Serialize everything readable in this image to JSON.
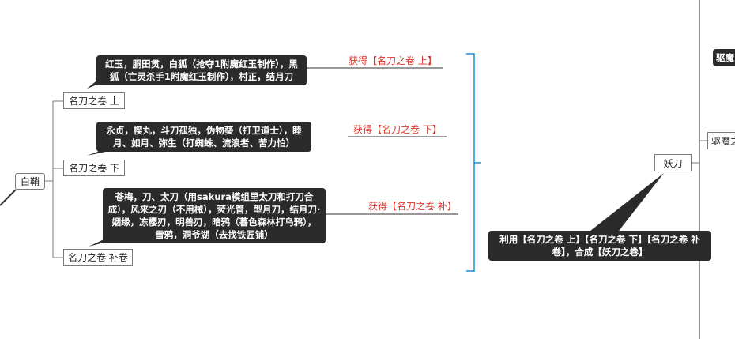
{
  "nodes": {
    "baishao": "白鞘",
    "upper": "名刀之卷 上",
    "lower": "名刀之卷 下",
    "supplement": "名刀之卷 补卷",
    "yaodao": "妖刀",
    "quma_partial": "驱魔之",
    "quma_top_partial": "驱魔"
  },
  "notes": {
    "upper": "红玉，胴田贯，白狐（抢夺1附魔红玉制作），黑狐（亡灵杀手1附魔红玉制作），村正，结月刀",
    "lower": "永贞，楔丸，斗刀孤独，伪物葵（打卫道士），睦月、如月、弥生（打蜘蛛、流浪者、苦力怕）",
    "supplement": "苍梅，刀、太刀（用sakura模组里太刀和打刀合成），风来之刃（不用械），荧光管，型月刀，结月刀·姻缘，冻樱刃，明兽刃，暗鸦（暮色森林打乌鸦），雪鸦，洞爷湖（去找铁匠铺）",
    "craft": "利用【名刀之卷 上】【名刀之卷 下】【名刀之卷 补卷】，合成【妖刀之卷】"
  },
  "labels": {
    "upper": "获得【名刀之卷 上】",
    "lower": "获得【名刀之卷 下】",
    "supplement": "获得【名刀之卷 补】"
  },
  "colors": {
    "bracket": "#1f8fd4",
    "label_red": "#d9342b",
    "note_bg": "#2b2b2b",
    "line": "#7a7a7a"
  }
}
